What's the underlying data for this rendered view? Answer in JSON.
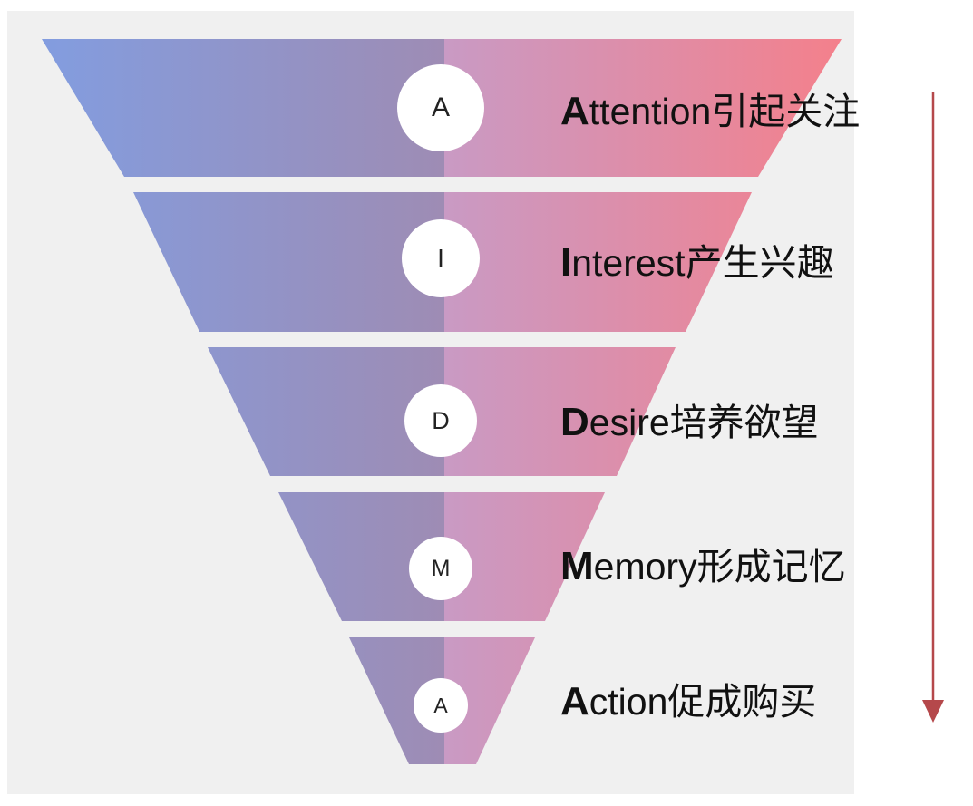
{
  "colors": {
    "left_gradient_start": "#829de0",
    "left_gradient_end": "#9e8cb4",
    "right_gradient_start": "#c99ac4",
    "right_gradient_end": "#f4808b",
    "arrow": "#b5484b",
    "panel": "#f0f0f0"
  },
  "stages": [
    {
      "badge": "A",
      "first_letter": "A",
      "rest": "ttention",
      "cn": "引起关注"
    },
    {
      "badge": "I",
      "first_letter": "I",
      "rest": "nterest",
      "cn": "产生兴趣"
    },
    {
      "badge": "D",
      "first_letter": "D",
      "rest": "esire",
      "cn": "培养欲望"
    },
    {
      "badge": "M",
      "first_letter": "M",
      "rest": "emory",
      "cn": "形成记忆"
    },
    {
      "badge": "A",
      "first_letter": "A",
      "rest": "ction",
      "cn": "促成购买"
    }
  ],
  "flow_arrow": {
    "direction": "down"
  }
}
